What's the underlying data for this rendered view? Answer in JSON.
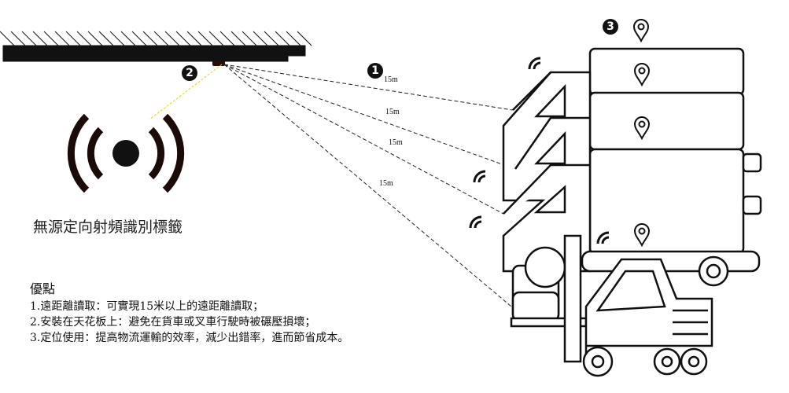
{
  "badges": {
    "one": "1",
    "two": "2",
    "three": "3"
  },
  "distance_labels": [
    "15m",
    "15m",
    "15m",
    "15m"
  ],
  "tag_title": "無源定向射頻識別標籤",
  "advantages": {
    "heading": "優點",
    "items": [
      "1.遠距離讀取：可實現15米以上的遠距離讀取；",
      "2.安裝在天花板上：避免在貨車或叉車行駛時被碾壓損壞；",
      "3.定位使用：提高物流運輸的效率，減少出錯率，進而節省成本。"
    ]
  },
  "colors": {
    "ink": "#111111",
    "beam": "#f0d000",
    "tag": "#1a0a08"
  }
}
